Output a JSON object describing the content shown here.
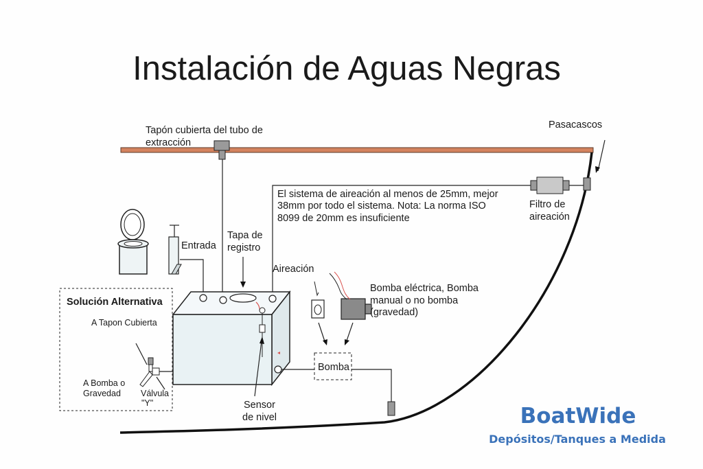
{
  "title": "Instalación de Aguas Negras",
  "labels": {
    "deck_cap_line1": "Tapón cubierta del tubo de",
    "deck_cap_line2": "extracción",
    "through_hull": "Pasacascos",
    "vent_note_line1": "El sistema de aireación al menos de 25mm, mejor",
    "vent_note_line2": "38mm por todo el sistema.  Nota: La norma ISO",
    "vent_note_line3": "8099 de 20mm es insuficiente",
    "vent_filter_line1": "Filtro de",
    "vent_filter_line2": "aireación",
    "inlet": "Entrada",
    "inspection_line1": "Tapa de",
    "inspection_line2": "registro",
    "vent": "Aireación",
    "pump_line1": "Bomba eléctrica, Bomba",
    "pump_line2": "manual o no bomba",
    "pump_line3": "(gravedad)",
    "pump_box": "Bomba",
    "sensor_line1": "Sensor",
    "sensor_line2": "de nivel",
    "alt_title": "Solución Alternativa",
    "alt_deck_cap": "A Tapon Cubierta",
    "alt_to_pump_line1": "A Bomba o",
    "alt_to_pump_line2": "Gravedad",
    "valve_line1": "Válvula",
    "valve_line2": "\"Y\""
  },
  "brand": {
    "name": "BoatWide",
    "tagline": "Depósitos/Tanques a Medida",
    "color": "#3a72b9"
  },
  "colors": {
    "deck": "#d4835f",
    "tank": "#e9f2f4",
    "pump_body": "#8a8a8a",
    "sensor_wire": "#d9534f"
  }
}
